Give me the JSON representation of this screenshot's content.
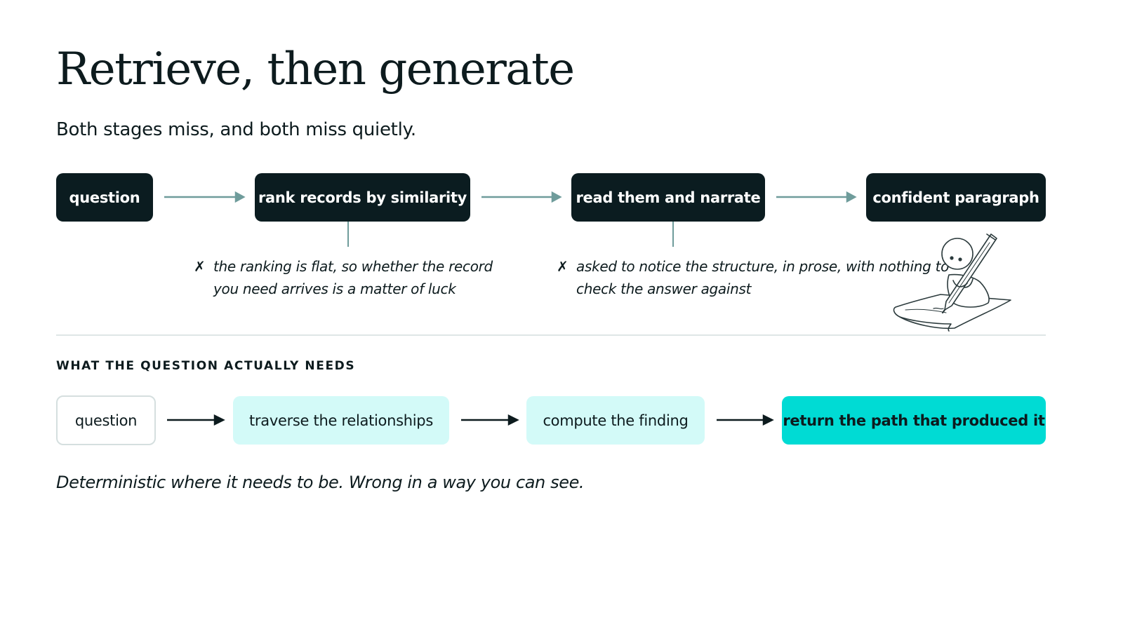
{
  "title": "Retrieve, then generate",
  "subtitle": "Both stages miss, and both miss quietly.",
  "current_pipeline": {
    "steps": [
      "question",
      "rank records by similarity",
      "read them and narrate",
      "confident paragraph"
    ],
    "failures": [
      {
        "marker": "✗",
        "lines": [
          "the ranking is flat, so whether the record",
          "you need arrives is a matter of luck"
        ]
      },
      {
        "marker": "✗",
        "lines": [
          "asked to notice the structure, in prose, with nothing to",
          "check the answer against"
        ]
      }
    ]
  },
  "needed_pipeline": {
    "label": "WHAT THE QUESTION ACTUALLY NEEDS",
    "steps": [
      "question",
      "traverse the relationships",
      "compute the finding",
      "return the path that produced it"
    ]
  },
  "footer": "Deterministic where it needs to be. Wrong in a way you can see.",
  "colors": {
    "dark_box": "#0b1c20",
    "accent": "#00dbd4",
    "light_accent": "#d3faf8",
    "connector": "#6f9c9b"
  },
  "illustration": "figure-writing-with-pencil-icon"
}
